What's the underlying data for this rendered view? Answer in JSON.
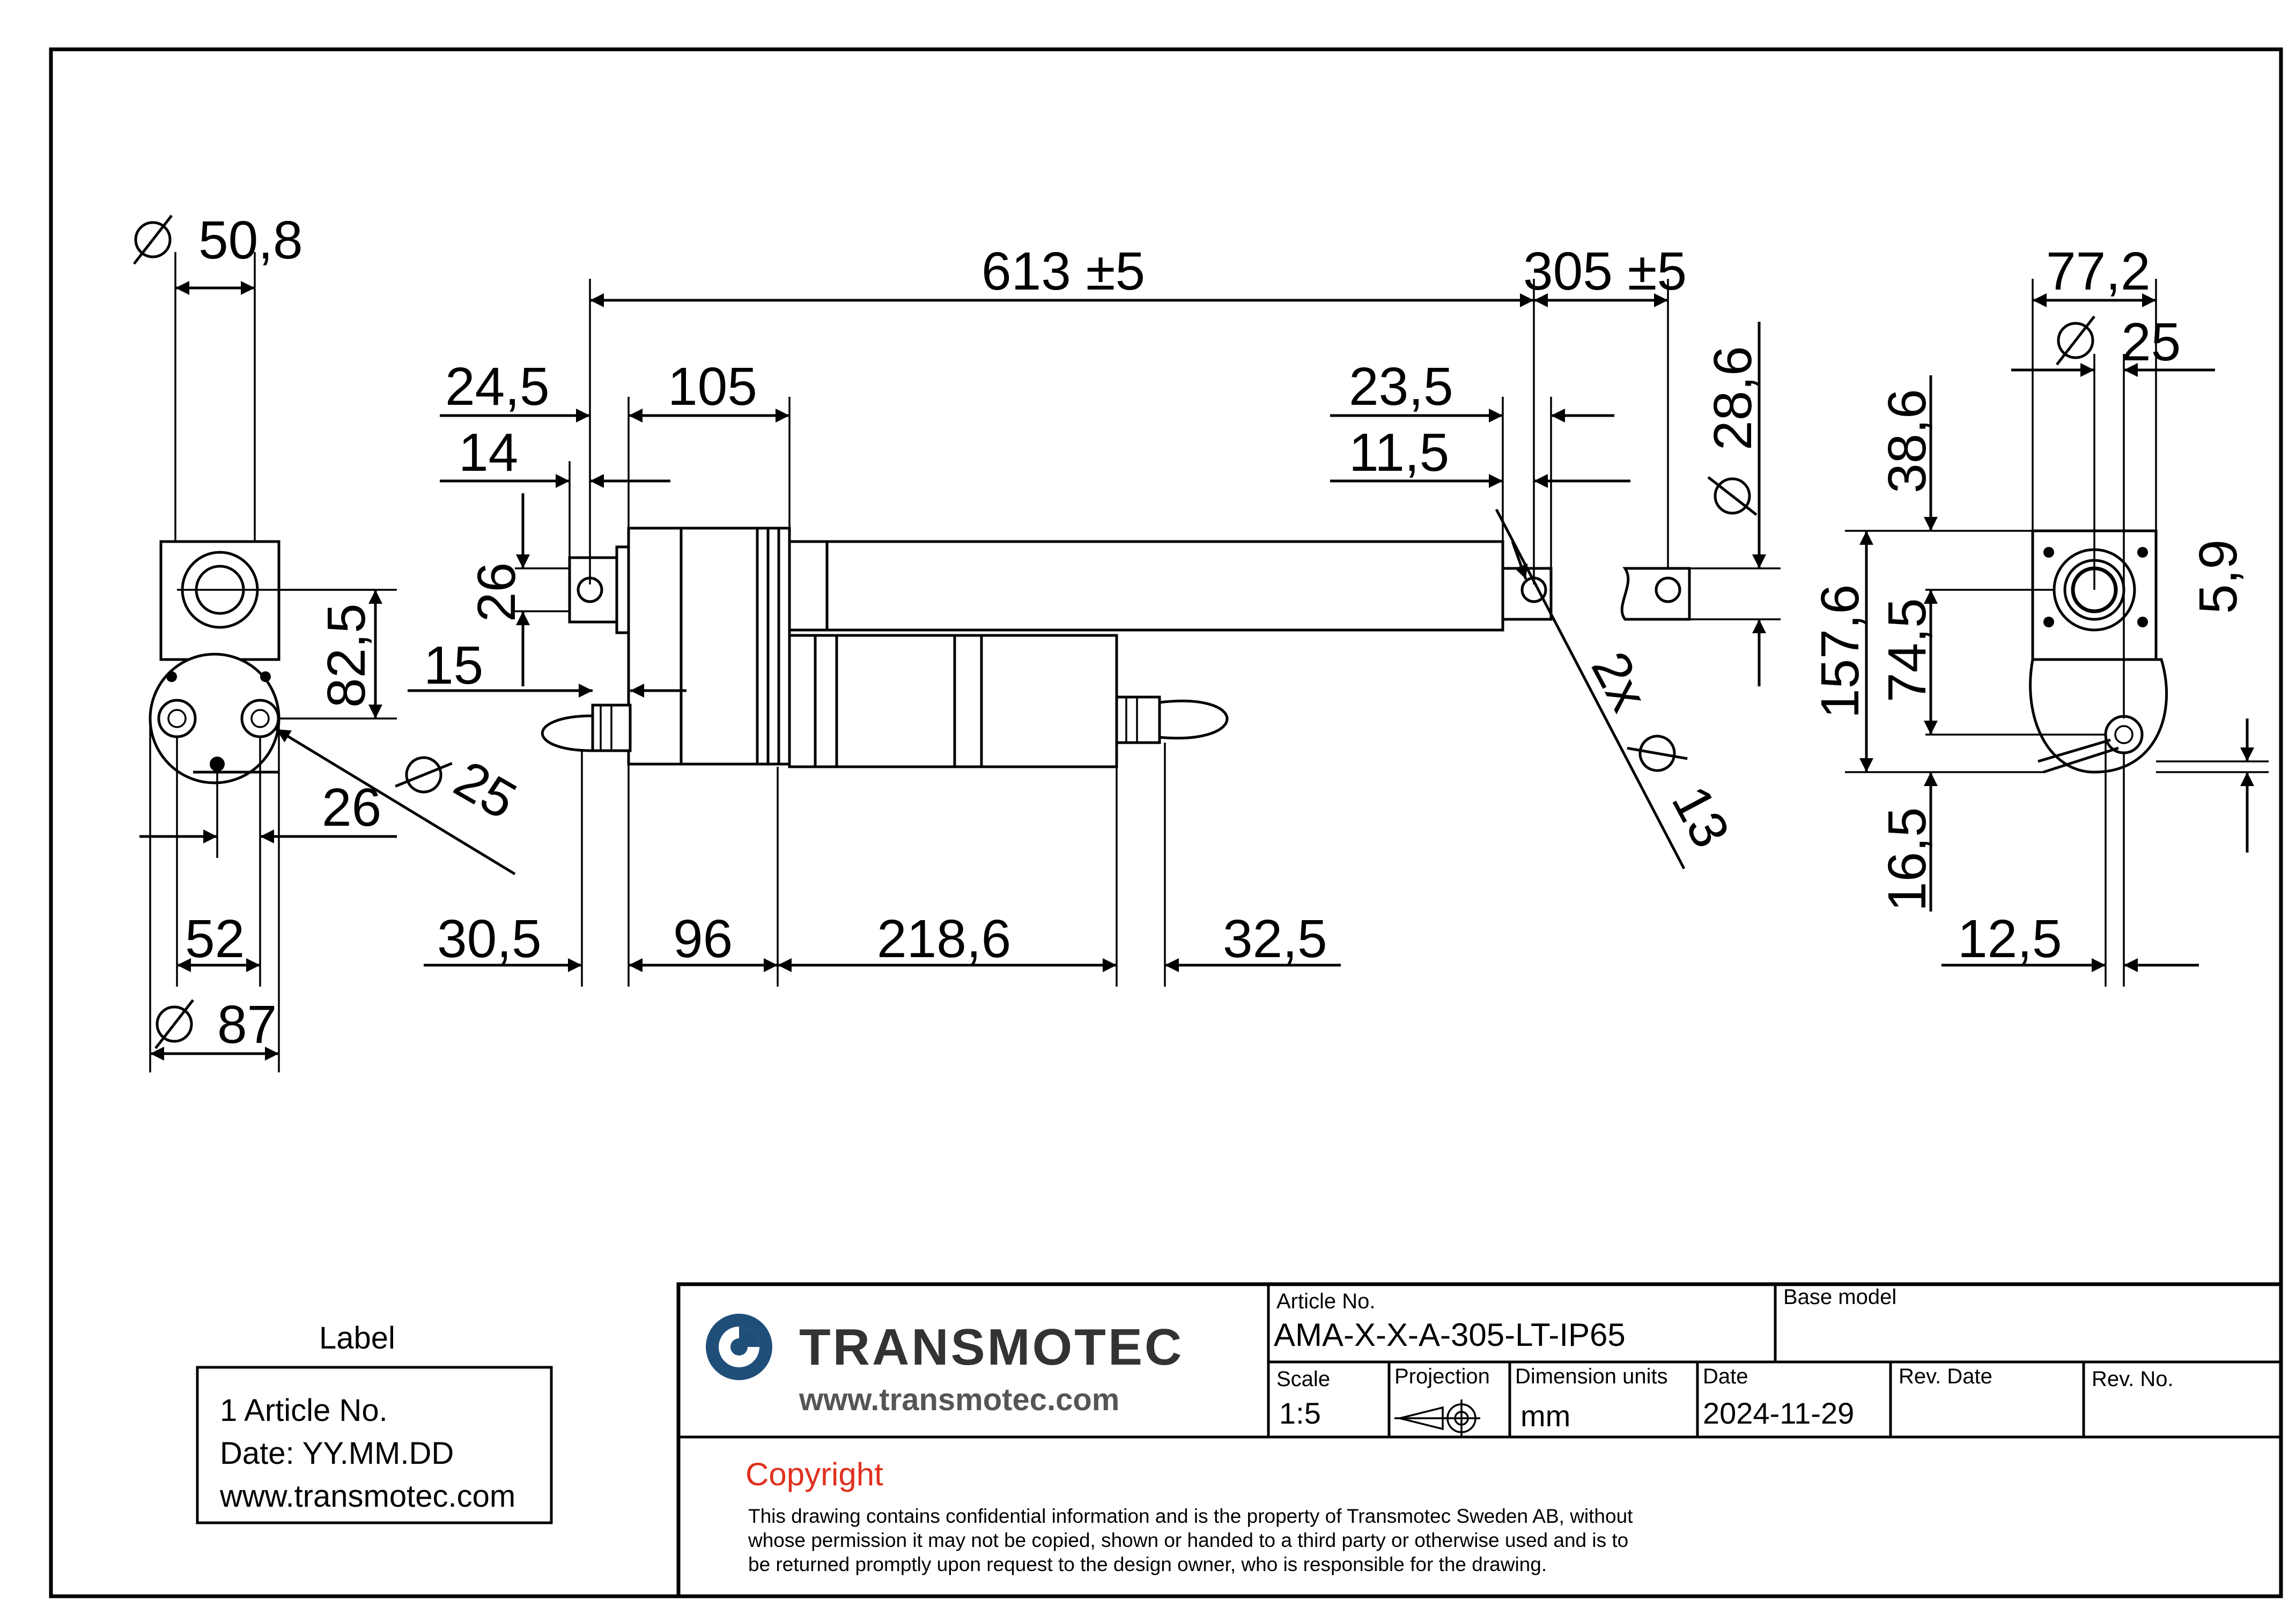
{
  "dimensions": {
    "dia_50_8": "50,8",
    "dim_613": "613 ±5",
    "dim_305": "305 ±5",
    "dim_24_5": "24,5",
    "dim_105": "105",
    "dim_14": "14",
    "dim_26_vert": "26",
    "dim_15": "15",
    "dim_82_5": "82,5",
    "dim_26_horiz": "26",
    "dia_25_left": "25",
    "dim_52": "52",
    "dia_87": "87",
    "dim_30_5": "30,5",
    "dim_96": "96",
    "dim_218_6": "218,6",
    "dim_32_5": "32,5",
    "dim_23_5": "23,5",
    "dim_11_5": "11,5",
    "dia_28_6": "28,6",
    "hole_2x": "2x",
    "dia_13": "13",
    "dim_77_2": "77,2",
    "dia_25_right": "25",
    "dim_38_6": "38,6",
    "dim_157_6": "157,6",
    "dim_74_5": "74,5",
    "dim_5_9": "5,9",
    "dim_16_5": "16,5",
    "dim_12_5": "12,5"
  },
  "label_box": {
    "title": "Label",
    "line1": "1 Article No.",
    "line2": "Date: YY.MM.DD",
    "line3": "www.transmotec.com"
  },
  "title_block": {
    "brand": "TRANSMOTEC",
    "website": "www.transmotec.com",
    "article_no_label": "Article No.",
    "article_no_value": "AMA-X-X-A-305-LT-IP65",
    "base_model_label": "Base model",
    "scale_label": "Scale",
    "scale_value": "1:5",
    "projection_label": "Projection",
    "dimension_units_label": "Dimension units",
    "dimension_units_value": "mm",
    "date_label": "Date",
    "date_value": "2024-11-29",
    "rev_date_label": "Rev. Date",
    "rev_no_label": "Rev. No.",
    "copyright_title": "Copyright",
    "copyright_line1": "This drawing contains confidential information and is the property of Transmotec Sweden AB, without",
    "copyright_line2": "whose permission it may not be copied, shown or handed to a third party or otherwise used and is to",
    "copyright_line3": "be returned promptly upon request to the design owner, who is responsible for the drawing."
  },
  "colors": {
    "logo_blue": "#1f4e79",
    "copyright_red": "#e0301e",
    "ink": "#000000"
  },
  "icons": {
    "dia": "diameter-symbol",
    "projection": "first-angle-projection-symbol"
  }
}
